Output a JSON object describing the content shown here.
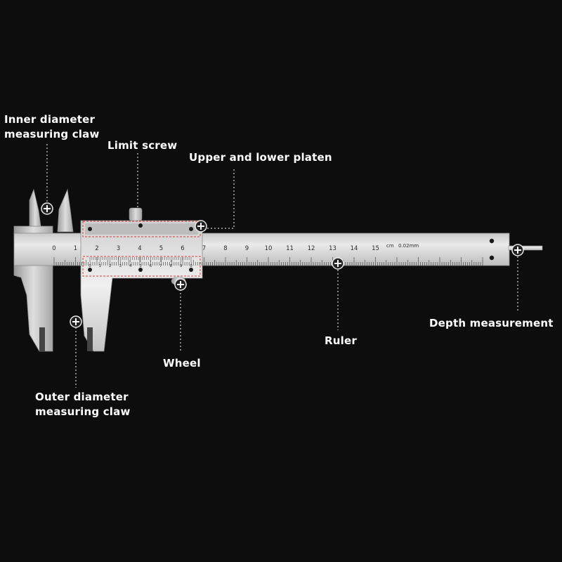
{
  "image_title": "",
  "main_scale": {
    "numbers": [
      "0",
      "1",
      "2",
      "3",
      "4",
      "5",
      "6",
      "7",
      "8",
      "9",
      "10",
      "11",
      "12",
      "13",
      "14",
      "15"
    ],
    "unit_text": "cm",
    "precision_text": "0.02mm"
  },
  "vernier_scale": {
    "numbers": [
      "0",
      "1",
      "2",
      "3",
      "4",
      "5",
      "6",
      "7",
      "8",
      "9",
      "0"
    ]
  },
  "callouts": {
    "inner_diameter_claw": {
      "line1": "Inner diameter",
      "line2": "measuring claw"
    },
    "limit_screw": {
      "label": "Limit screw"
    },
    "upper_lower_platen": {
      "label": "Upper and lower platen"
    },
    "depth_measurement": {
      "label": "Depth measurement"
    },
    "ruler": {
      "label": "Ruler"
    },
    "wheel": {
      "label": "Wheel"
    },
    "outer_diameter_claw": {
      "line1": "Outer diameter",
      "line2": "measuring claw"
    }
  },
  "colors": {
    "background": "#0d0d0d",
    "steel": "#d8d8d8",
    "highlight_box": "#d83a3a",
    "label_text": "#ffffff",
    "leader_line": "#cfcfcf"
  }
}
